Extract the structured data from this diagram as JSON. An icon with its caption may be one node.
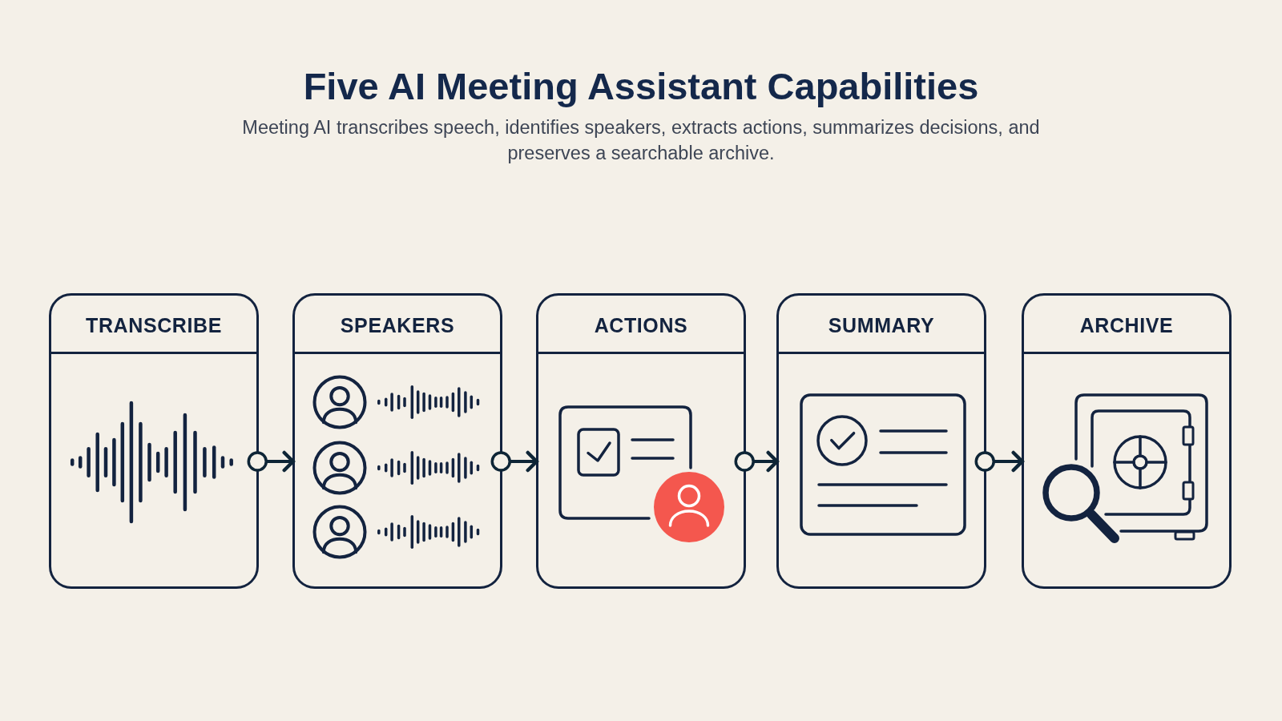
{
  "diagram": {
    "title": "Five AI Meeting Assistant Capabilities",
    "nodes": [
      {
        "text": [
          "TRANSCRIBE"
        ]
      },
      {
        "text": [
          "SPEAKERS"
        ]
      },
      {
        "text": [
          "ACTIONS"
        ]
      },
      {
        "text": [
          "SUMMARY"
        ]
      },
      {
        "text": [
          "ARCHIVE"
        ]
      }
    ],
    "edges": [
      {
        "from": 0,
        "to": 1,
        "arrow": "to"
      },
      {
        "from": 1,
        "to": 2,
        "arrow": "to"
      },
      {
        "from": 2,
        "to": 3,
        "arrow": "to"
      },
      {
        "from": 3,
        "to": 4,
        "arrow": "to"
      }
    ],
    "labels": [
      "Meeting AI transcribes speech, identifies speakers, extracts actions, summarizes decisions, and preserves a searchable archive."
    ]
  }
}
